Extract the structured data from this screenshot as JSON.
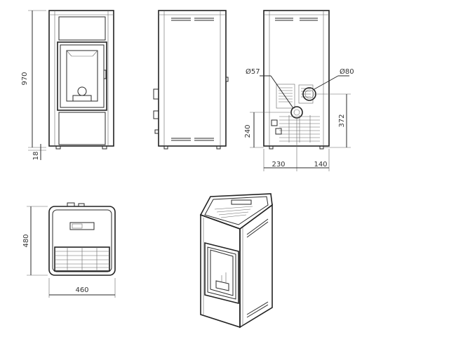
{
  "dimensions": {
    "height": "970",
    "foot": "18",
    "flue_small": "Ø57",
    "flue_large": "Ø80",
    "flue_height": "372",
    "intake_height": "240",
    "intake_offset": "230",
    "flue_offset": "140",
    "depth": "480",
    "width": "460"
  }
}
